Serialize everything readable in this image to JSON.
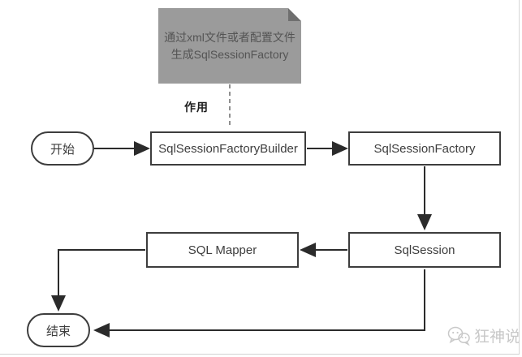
{
  "diagram": {
    "note": {
      "line1": "通过xml文件或者配置文件",
      "line2": "生成SqlSessionFactory"
    },
    "note_connector_label": "作用",
    "nodes": {
      "start": "开始",
      "builder": "SqlSessionFactoryBuilder",
      "factory": "SqlSessionFactory",
      "session": "SqlSession",
      "mapper": "SQL Mapper",
      "end": "结束"
    },
    "flow_order": [
      "开始",
      "SqlSessionFactoryBuilder",
      "SqlSessionFactory",
      "SqlSession",
      "SQL Mapper",
      "结束"
    ],
    "colors": {
      "note_bg": "#9b9b9b",
      "note_fold": "#6f6f6f",
      "note_text": "#545454",
      "box_border": "#3d3d3d",
      "line": "#2b2b2b",
      "watermark": "#c8c8c8"
    }
  },
  "watermark": {
    "icon": "wechat-icon",
    "text": "狂神说"
  }
}
